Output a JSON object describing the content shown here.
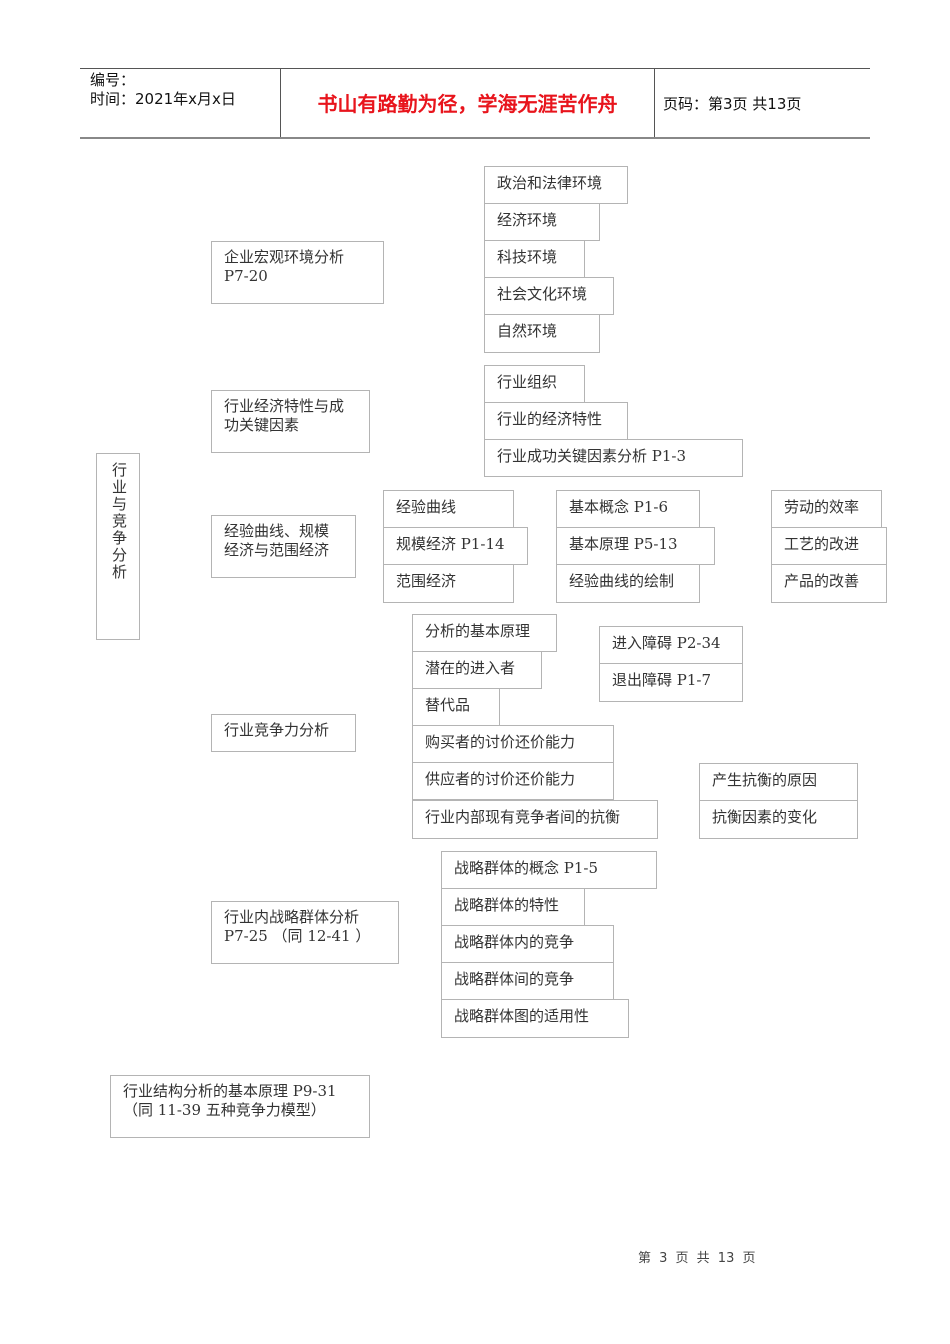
{
  "header": {
    "number_label": "编号：",
    "date_label": "时间：2021年x月x日",
    "motto": "书山有路勤为径，学海无涯苦作舟",
    "page_label": "页码：第3页  共13页"
  },
  "root": {
    "label": "行业与竞争分析"
  },
  "sections": [
    {
      "label": "企业宏观环境分析\nP7-20",
      "children": [
        "政治和法律环境",
        "经济环境",
        "科技环境",
        "社会文化环境",
        "自然环境"
      ]
    },
    {
      "label": "行业经济特性与成\n功关键因素",
      "children": [
        "行业组织",
        "行业的经济特性",
        "行业成功关键因素分析 P1-3"
      ]
    },
    {
      "label": "经验曲线、规模\n经济与范围经济",
      "children": [
        "经验曲线",
        "规模经济 P1-14",
        "范围经济"
      ],
      "sub_columns": [
        [
          "基本概念 P1-6",
          "基本原理 P5-13",
          "经验曲线的绘制"
        ],
        [
          "劳动的效率",
          "工艺的改进",
          "产品的改善"
        ]
      ]
    },
    {
      "label": "行业竞争力分析",
      "children": [
        "分析的基本原理",
        "潜在的进入者",
        "替代品",
        "购买者的讨价还价能力",
        "供应者的讨价还价能力",
        "行业内部现有竞争者间的抗衡"
      ],
      "entry_barriers": [
        "进入障碍 P2-34",
        "退出障碍 P1-7"
      ],
      "rivalry": [
        "产生抗衡的原因",
        "抗衡因素的变化"
      ]
    },
    {
      "label": "行业内战略群体分析\nP7-25 （同 12-41 ）",
      "children": [
        "战略群体的概念 P1-5",
        "战略群体的特性",
        "战略群体内的竞争",
        "战略群体间的竞争",
        "战略群体图的适用性"
      ]
    }
  ],
  "bottom_note": "行业结构分析的基本原理 P9-31\n（同 11-39 五种竞争力模型）",
  "footer": {
    "page_text": "第 3 页 共 13 页"
  }
}
